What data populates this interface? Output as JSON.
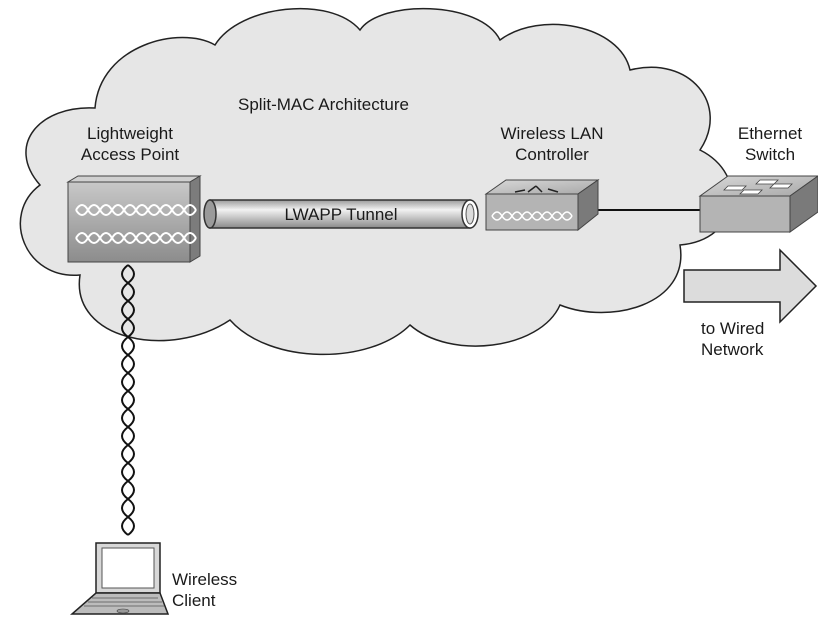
{
  "cloud_label": "Split-MAC Architecture",
  "access_point": {
    "line1": "Lightweight",
    "line2": "Access Point"
  },
  "tunnel": {
    "label": "LWAPP Tunnel"
  },
  "controller": {
    "line1": "Wireless LAN",
    "line2": "Controller"
  },
  "switch": {
    "line1": "Ethernet",
    "line2": "Switch"
  },
  "wired": {
    "line1": "to Wired",
    "line2": "Network"
  },
  "client": {
    "line1": "Wireless",
    "line2": "Client"
  },
  "colors": {
    "cloud_fill": "#e6e6e6",
    "cloud_stroke": "#222222",
    "device_fill": "#b8b8b8",
    "arrow_fill": "#d9d9d9"
  },
  "icons": [
    "cloud",
    "access-point-icon",
    "tunnel-pipe",
    "wlan-controller-icon",
    "ethernet-switch-icon",
    "right-arrow-icon",
    "wireless-link",
    "laptop-icon"
  ]
}
